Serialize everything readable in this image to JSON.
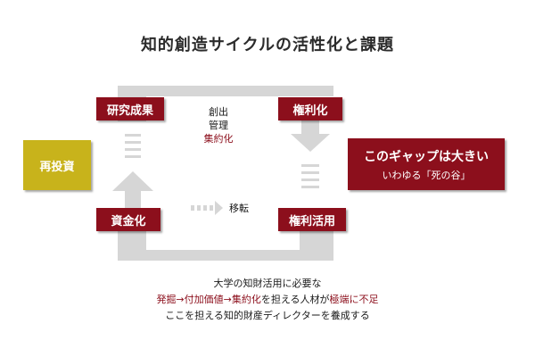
{
  "title": "知的創造サイクルの活性化と課題",
  "cycle": {
    "research": "研究成果",
    "rights": "権利化",
    "rights_use": "権利活用",
    "funding": "資金化"
  },
  "reinvest": "再投資",
  "center": {
    "line1": "創出",
    "line2": "管理",
    "line3": "集約化",
    "transfer": "移転"
  },
  "gap": {
    "main": "このギャップは大きい",
    "sub": "いわゆる「死の谷」"
  },
  "caption": {
    "line1": "大学の知財活用に必要な",
    "line2_a": "発掘→付加価値→集約化",
    "line2_b": "を担える人材が",
    "line2_c": "極端に不足",
    "line3": "ここを担える知的財産ディレクターを養成する"
  },
  "colors": {
    "dark_red": "#8c0f1c",
    "gold": "#c8b31b",
    "frame_gray": "#d6d6d6"
  }
}
